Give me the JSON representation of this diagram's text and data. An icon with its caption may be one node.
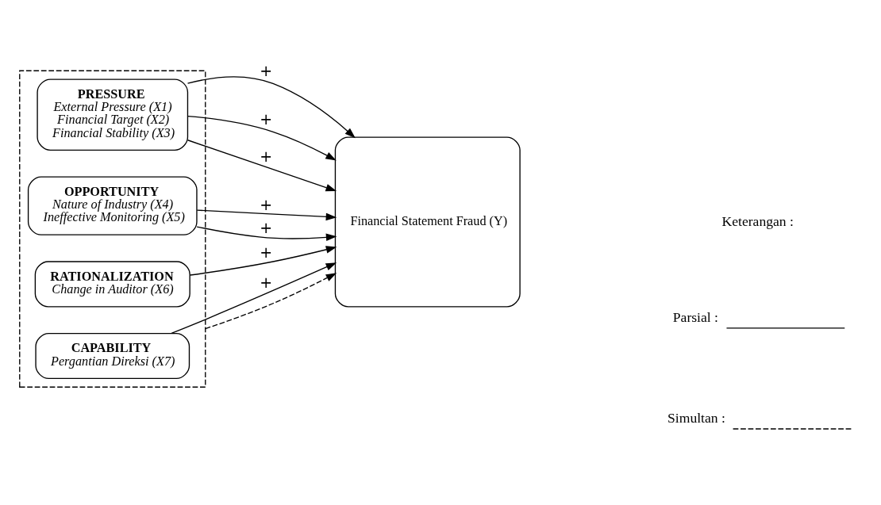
{
  "diagram": {
    "nodes": [
      {
        "text": [],
        "shape": "box"
      },
      {
        "text": [
          "PRESSURE",
          "External Pressure (X1)",
          "Financial Target (X2)",
          "Financial Stability (X3)"
        ],
        "in": 0
      },
      {
        "text": [
          "OPPORTUNITY",
          "Nature of Industry (X4)",
          "Ineffective Monitoring (X5)"
        ],
        "in": 0
      },
      {
        "text": [
          "RATIONALIZATION",
          "Change in Auditor (X6)"
        ],
        "in": 0
      },
      {
        "text": [
          "CAPABILITY",
          "Pergantian Direksi (X7)"
        ],
        "in": 0
      },
      {
        "text": [
          "Financial Statement Fraud (Y)"
        ]
      }
    ],
    "edges": [
      {
        "from": 1,
        "to": 5,
        "arrow": "to",
        "label": "+"
      },
      {
        "from": 1,
        "to": 5,
        "arrow": "to",
        "label": "+"
      },
      {
        "from": 1,
        "to": 5,
        "arrow": "to",
        "label": "+"
      },
      {
        "from": 2,
        "to": 5,
        "arrow": "to",
        "label": "+"
      },
      {
        "from": 2,
        "to": 5,
        "arrow": "to",
        "label": "+"
      },
      {
        "from": 3,
        "to": 5,
        "arrow": "to",
        "label": "+"
      },
      {
        "from": 4,
        "to": 5,
        "arrow": "to",
        "label": "+"
      },
      {
        "from": 0,
        "to": 5,
        "arrow": "to",
        "style": "dashed"
      }
    ],
    "labels": [
      "Keterangan :"
    ],
    "legend": [
      {
        "text": "Parsial :"
      },
      {
        "text": "Simultan :"
      }
    ]
  }
}
